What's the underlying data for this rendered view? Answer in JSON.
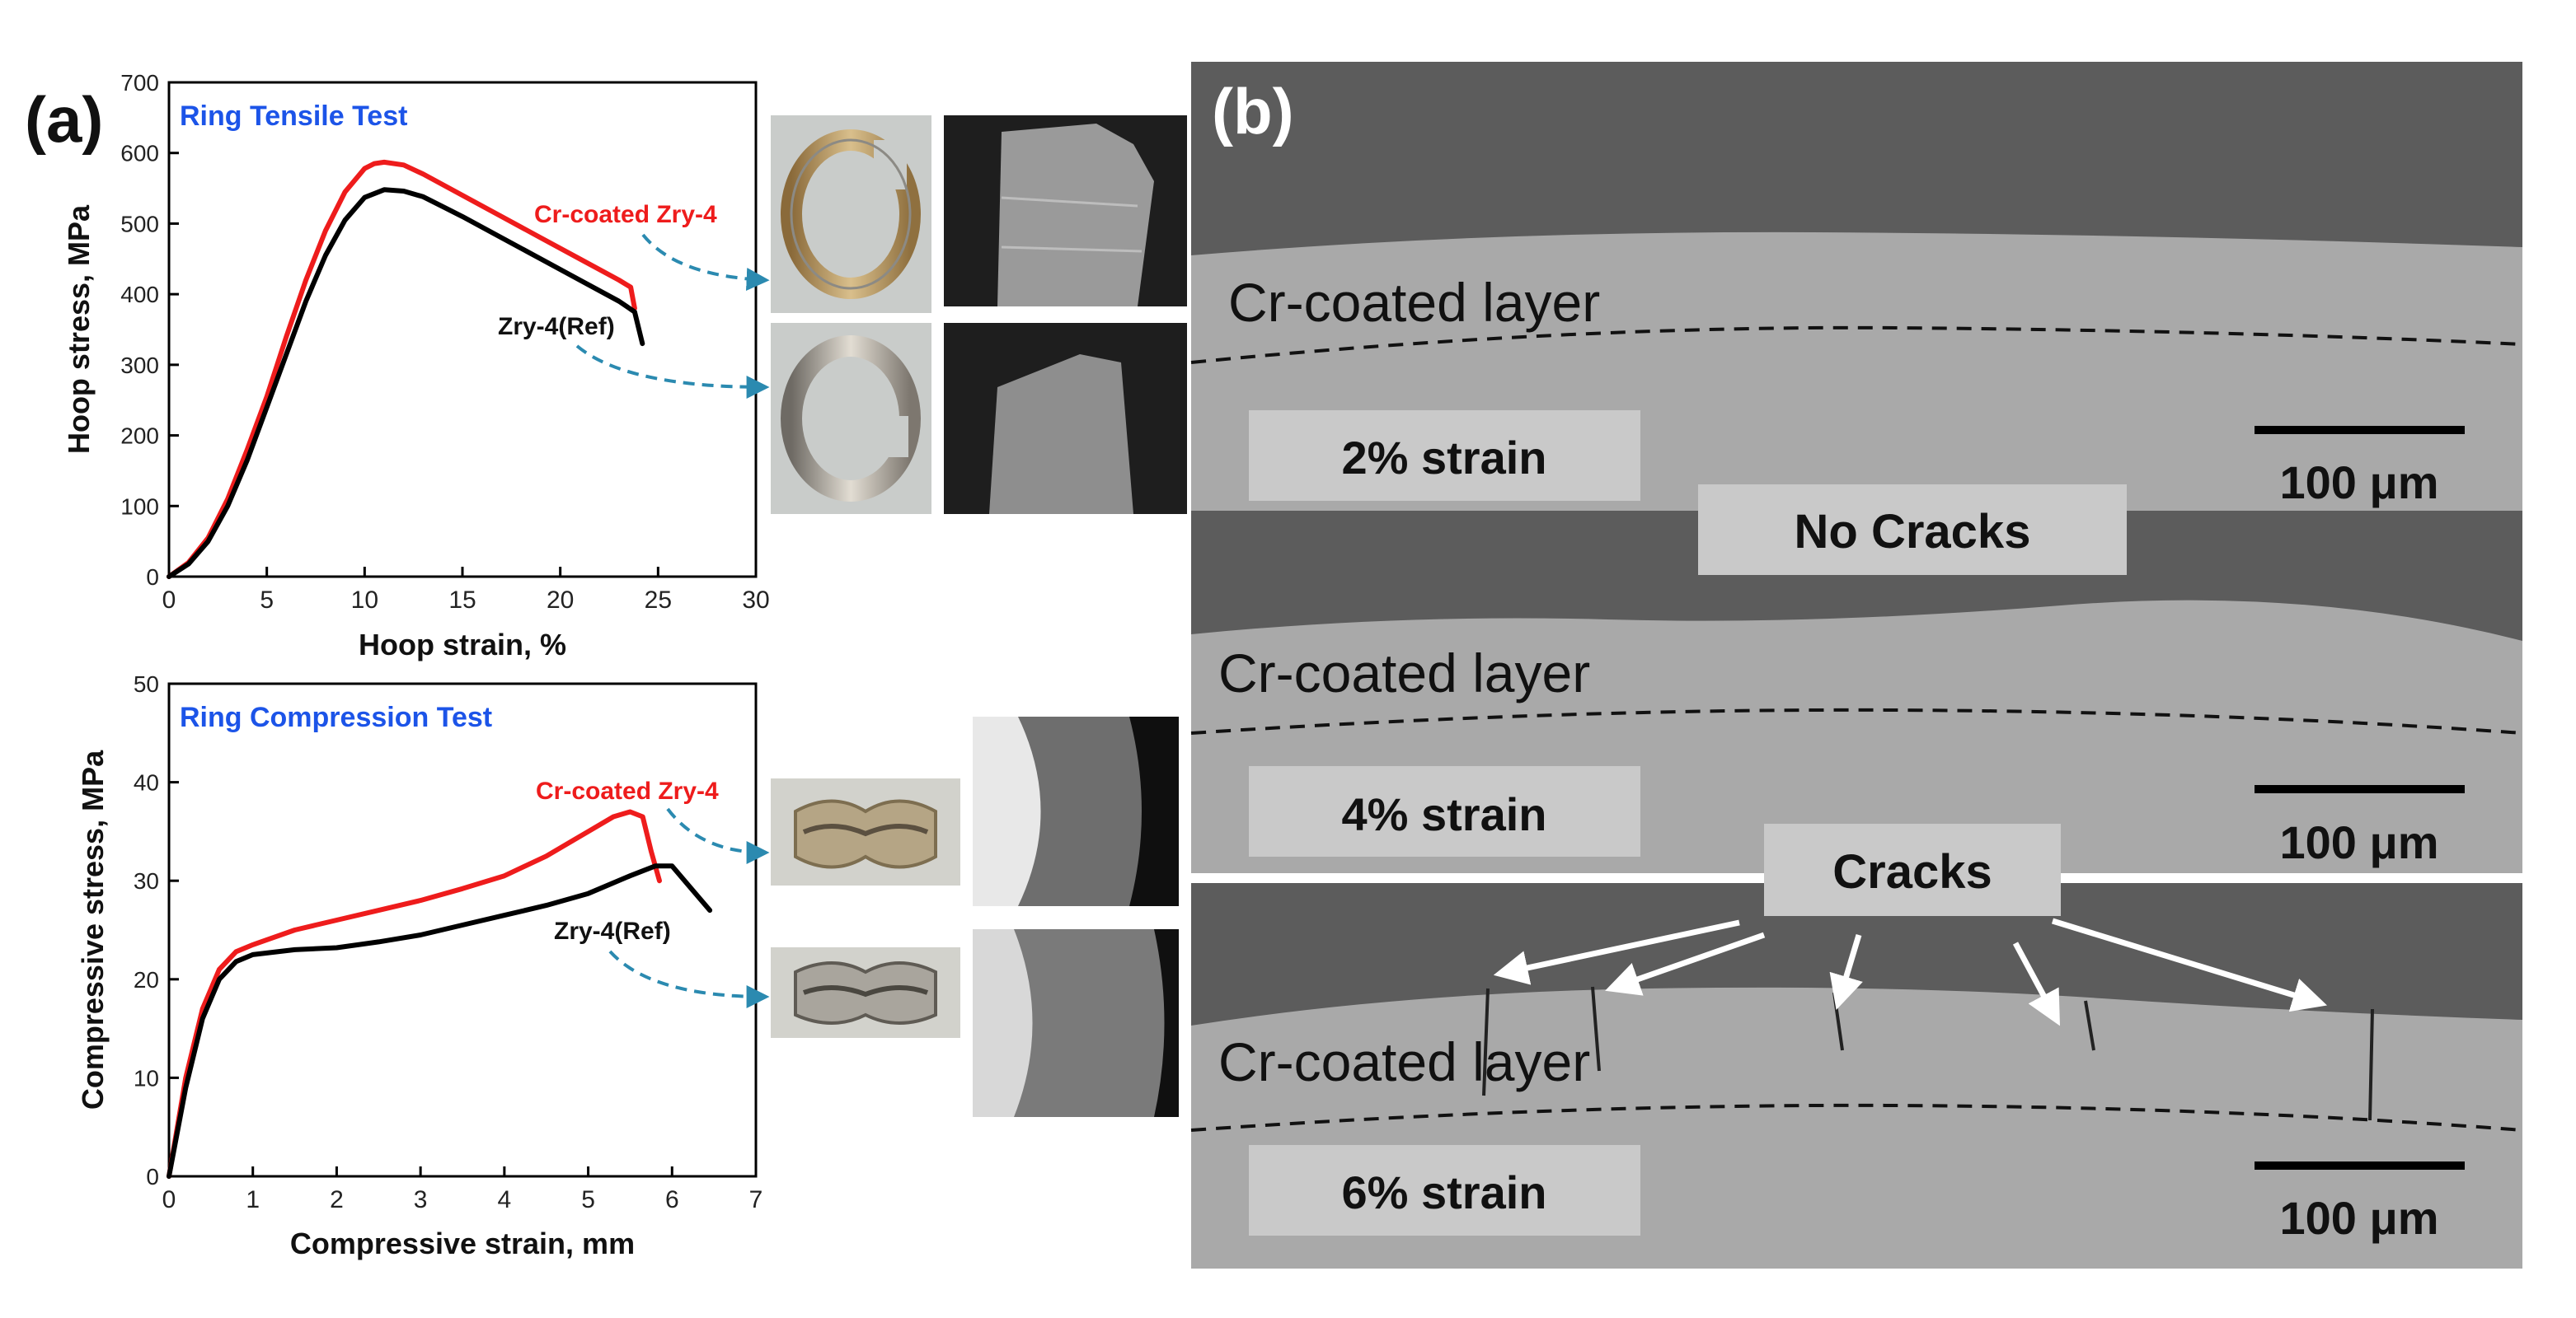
{
  "panel_a": {
    "label": "(a)",
    "tensile": {
      "title": "Ring Tensile Test",
      "annotations": {
        "coated": "Cr-coated Zry-4",
        "ref": "Zry-4(Ref)"
      }
    },
    "compression": {
      "title": "Ring Compression Test",
      "annotations": {
        "coated": "Cr-coated Zry-4",
        "ref": "Zry-4(Ref)"
      }
    }
  },
  "panel_b": {
    "label": "(b)",
    "layer_label": "Cr-coated layer",
    "scale_bar": "100 μm",
    "strains": [
      "2% strain",
      "4% strain",
      "6% strain"
    ],
    "no_cracks": "No Cracks",
    "cracks": "Cracks"
  },
  "colors": {
    "coated": "#ee1c1c",
    "ref": "#000000",
    "title": "#1c54e8",
    "leader": "#2b8ab0"
  },
  "chart_data": [
    {
      "type": "line",
      "title": "Ring Tensile Test",
      "xlabel": "Hoop strain, %",
      "ylabel": "Hoop stress, MPa",
      "xlim": [
        0,
        30
      ],
      "ylim": [
        0,
        700
      ],
      "xticks": [
        "0",
        "5",
        "10",
        "15",
        "20",
        "25",
        "30"
      ],
      "yticks": [
        "0",
        "100",
        "200",
        "300",
        "400",
        "500",
        "600",
        "700"
      ],
      "series": [
        {
          "name": "Cr-coated Zry-4",
          "color": "#ee1c1c",
          "x": [
            0,
            1,
            2,
            3,
            4,
            5,
            6,
            7,
            8,
            9,
            10,
            10.5,
            11,
            12,
            13,
            15,
            17,
            19,
            21,
            23,
            23.6,
            23.8
          ],
          "y": [
            0,
            20,
            55,
            110,
            180,
            255,
            340,
            420,
            490,
            545,
            578,
            585,
            587,
            583,
            570,
            540,
            510,
            480,
            450,
            420,
            410,
            380
          ]
        },
        {
          "name": "Zry-4(Ref)",
          "color": "#000000",
          "x": [
            0,
            1,
            2,
            3,
            4,
            5,
            6,
            7,
            8,
            9,
            10,
            11,
            12,
            13,
            15,
            17,
            19,
            21,
            23,
            23.8,
            24.2
          ],
          "y": [
            0,
            18,
            50,
            100,
            165,
            240,
            315,
            390,
            455,
            505,
            537,
            548,
            546,
            538,
            510,
            480,
            450,
            420,
            390,
            375,
            330
          ]
        }
      ]
    },
    {
      "type": "line",
      "title": "Ring Compression Test",
      "xlabel": "Compressive strain, mm",
      "ylabel": "Compressive stress, MPa",
      "xlim": [
        0,
        7
      ],
      "ylim": [
        0,
        50
      ],
      "xticks": [
        "0",
        "1",
        "2",
        "3",
        "4",
        "5",
        "6",
        "7"
      ],
      "yticks": [
        "0",
        "10",
        "20",
        "30",
        "40",
        "50"
      ],
      "series": [
        {
          "name": "Cr-coated Zry-4",
          "color": "#ee1c1c",
          "x": [
            0,
            0.2,
            0.4,
            0.6,
            0.8,
            1.0,
            1.5,
            2,
            2.5,
            3,
            3.5,
            4,
            4.5,
            5,
            5.3,
            5.5,
            5.65,
            5.75,
            5.85
          ],
          "y": [
            0,
            10,
            17,
            21,
            22.8,
            23.5,
            25,
            26,
            27,
            28,
            29.2,
            30.5,
            32.5,
            35,
            36.5,
            37,
            36.5,
            33,
            30
          ]
        },
        {
          "name": "Zry-4(Ref)",
          "color": "#000000",
          "x": [
            0,
            0.2,
            0.4,
            0.6,
            0.8,
            1.0,
            1.5,
            2,
            2.5,
            3,
            3.5,
            4,
            4.5,
            5,
            5.5,
            5.8,
            6.0,
            6.2,
            6.45
          ],
          "y": [
            0,
            9,
            16,
            20,
            21.8,
            22.5,
            23,
            23.2,
            23.8,
            24.5,
            25.5,
            26.5,
            27.5,
            28.7,
            30.5,
            31.5,
            31.5,
            29.5,
            27
          ]
        }
      ]
    }
  ]
}
